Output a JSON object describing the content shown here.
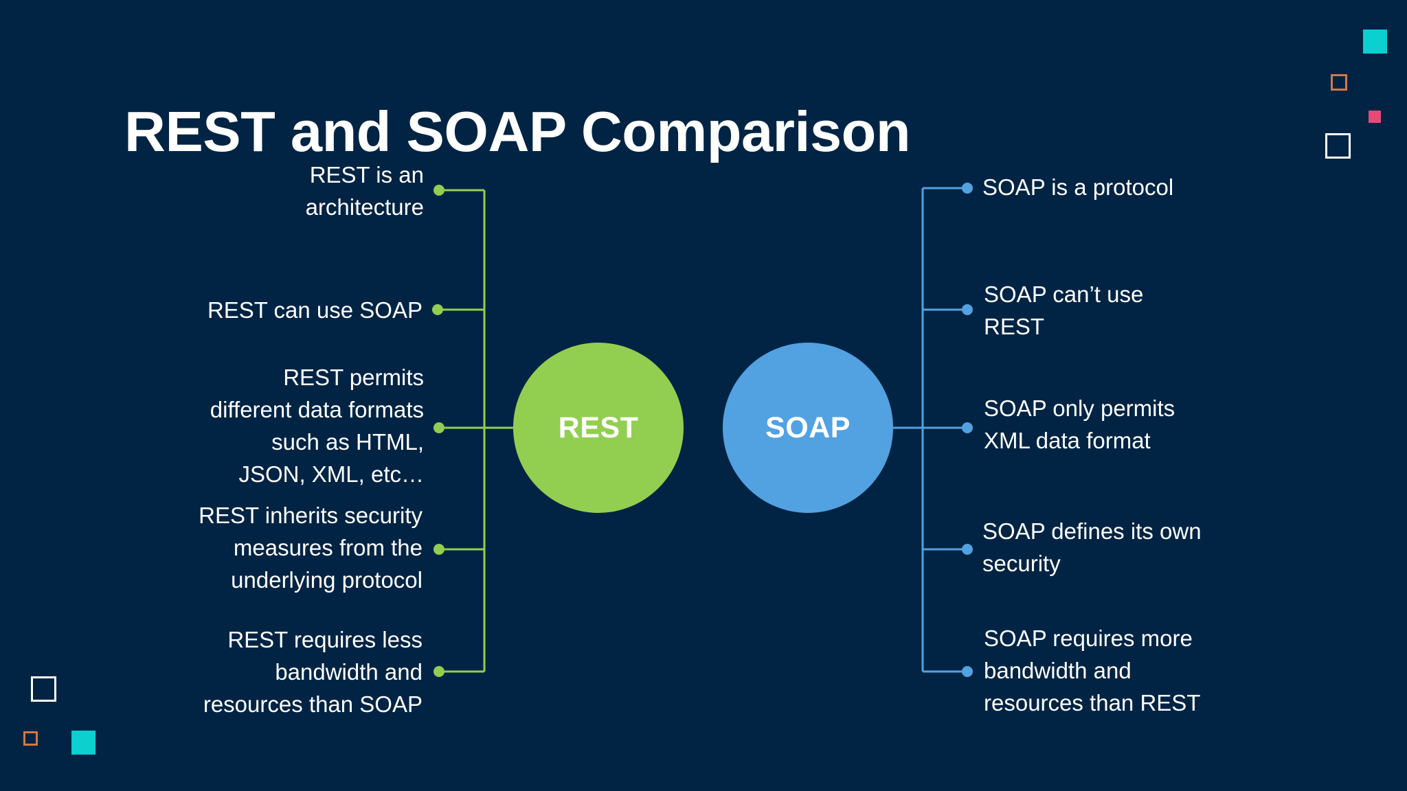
{
  "slide": {
    "title": "REST and SOAP Comparison"
  },
  "diagram": {
    "rest": {
      "label": "REST",
      "color": "#92cf50",
      "items": [
        "REST is an\narchitecture",
        "REST can use SOAP",
        "REST permits\ndifferent data formats\nsuch as HTML,\nJSON, XML, etc…",
        "REST inherits security\nmeasures from the\nunderlying protocol",
        "REST requires less\nbandwidth and\nresources than SOAP"
      ]
    },
    "soap": {
      "label": "SOAP",
      "color": "#52a2e2",
      "items": [
        "SOAP is a protocol",
        "SOAP can’t use\nREST",
        "SOAP only permits\nXML data format",
        "SOAP defines its own\nsecurity",
        "SOAP requires more\nbandwidth and\nresources than REST"
      ]
    }
  },
  "colors": {
    "background": "#022444",
    "teal_accent": "#0ccfd0",
    "pink_accent": "#e84978",
    "orange_accent": "#cf7a4a"
  }
}
